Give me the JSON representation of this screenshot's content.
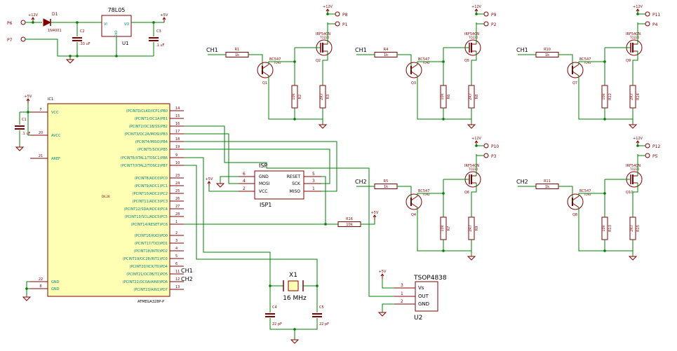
{
  "colors": {
    "wire": "#008000",
    "part": "#800000",
    "net": "#000000",
    "pin": "#008080",
    "ic_fill": "#ffffb4",
    "bg": "#ffffff"
  },
  "power": {
    "ref": "D1",
    "part": "1N4001",
    "reg_name": "78L05",
    "reg_ref": "U1",
    "vi": "VI",
    "vo": "VO",
    "gnd": "GND",
    "p6": "P6",
    "p7": "P7",
    "c2_ref": "C2",
    "c2_val": ".33 uF",
    "c3_ref": "C3",
    "c3_val": ".1 uF",
    "v12": "+12V",
    "v5": "+5V"
  },
  "ic": {
    "ref": "IC1",
    "part": "ATMEGA328P-P",
    "sub": "DIL28",
    "c1_ref": "C1",
    "c1_val": ".1 uF",
    "v5": "+5V",
    "left_pins": [
      {
        "num": "7",
        "name": "VCC"
      },
      {
        "num": "20",
        "name": "AVCC"
      },
      {
        "num": "21",
        "name": "AREF"
      },
      {
        "num": "22",
        "name": "GND"
      },
      {
        "num": "8",
        "name": "GND"
      }
    ],
    "right_pins": [
      {
        "num": "14",
        "name": "(PCINT0/CLKO/ICP1)PB0"
      },
      {
        "num": "15",
        "name": "(PCINT1/OC1A)PB1"
      },
      {
        "num": "16",
        "name": "(PCINT2/OC1B/SS)PB2"
      },
      {
        "num": "17",
        "name": "(PCINT3/OC2A/MOSI)PB3"
      },
      {
        "num": "18",
        "name": "(PCINT4/MISO)PB4"
      },
      {
        "num": "19",
        "name": "(PCINT5/SCK)PB5"
      },
      {
        "num": "9",
        "name": "(PCINT6/XTAL1/TOSC1)PB6"
      },
      {
        "num": "10",
        "name": "(PCINT7/XTAL2/TOSC2)PB7"
      },
      {
        "num": "23",
        "name": "(PCINT8/ADC0)PC0"
      },
      {
        "num": "24",
        "name": "(PCINT9/ADC1)PC1"
      },
      {
        "num": "25",
        "name": "(PCINT10/ADC2)PC2"
      },
      {
        "num": "26",
        "name": "(PCINT11/ADC3)PC3"
      },
      {
        "num": "27",
        "name": "(PCINT12/SDA/ADC4)PC4"
      },
      {
        "num": "28",
        "name": "(PCINT13/SCL/ADC5)PC5"
      },
      {
        "num": "1",
        "name": "(PCINT14/RESET)PC6"
      },
      {
        "num": "2",
        "name": "(PCINT16/RXD)PD0"
      },
      {
        "num": "3",
        "name": "(PCINT17/TXD)PD1"
      },
      {
        "num": "4",
        "name": "(PCINT18/INT0)PD2"
      },
      {
        "num": "5",
        "name": "(PCINT19/OC2B/INT1)PD3"
      },
      {
        "num": "6",
        "name": "(PCINT20/XCK/T0)PD4"
      },
      {
        "num": "11",
        "name": "(PCINT21/OC0B/T1)PD5"
      },
      {
        "num": "12",
        "name": "(PCINT22/OC0A/AIN0)PD6"
      },
      {
        "num": "13",
        "name": "(PCINT23/AIN1)PD7"
      }
    ],
    "ch1": "CH1",
    "ch2": "CH2"
  },
  "isp": {
    "title": "ISP",
    "ref": "ISP1",
    "left": [
      {
        "num": "6",
        "name": "GND"
      },
      {
        "num": "4",
        "name": "MOSI"
      },
      {
        "num": "2",
        "name": "VCC"
      }
    ],
    "right": [
      {
        "num": "5",
        "name": "RESET"
      },
      {
        "num": "3",
        "name": "SCK"
      },
      {
        "num": "1",
        "name": "MISO"
      }
    ],
    "v5": "+5V"
  },
  "reset": {
    "ref": "R16",
    "val": "10k",
    "v5": "+5V"
  },
  "crystal": {
    "ref": "X1",
    "freq": "16 MHz",
    "c4_ref": "C4",
    "c4_val": "22 pF",
    "c5_ref": "C5",
    "c5_val": "22 pF"
  },
  "ir": {
    "title": "TSOP4838",
    "ref": "U2",
    "pins": [
      {
        "num": "3",
        "name": "Vs"
      },
      {
        "num": "1",
        "name": "OUT"
      },
      {
        "num": "2",
        "name": "GND"
      }
    ],
    "v5": "+5V"
  },
  "channels": [
    {
      "ch": "CH1",
      "rin": "R1",
      "rin_val": "1k",
      "bjt": "Q1",
      "bjt_part": "BC547",
      "bjt_pkg": "TO92",
      "fet": "Q2",
      "fet_part": "IRF540N",
      "fet_pkg": "TO220",
      "ra": "R2",
      "ra_val": "10k",
      "rb": "R3",
      "rb_val": "2R7",
      "pv": "P8",
      "pd": "P1",
      "v12": "+12V"
    },
    {
      "ch": "CH1",
      "rin": "R4",
      "rin_val": "1k",
      "bjt": "Q3",
      "bjt_part": "BC547",
      "bjt_pkg": "TO92",
      "fet": "Q5",
      "fet_part": "IRF540N",
      "fet_pkg": "TO220",
      "ra": "R6",
      "ra_val": "10k",
      "rb": "R8",
      "rb_val": "2R7",
      "pv": "P9",
      "pd": "P2",
      "v12": "+12V"
    },
    {
      "ch": "CH1",
      "rin": "R10",
      "rin_val": "1k",
      "bjt": "Q7",
      "bjt_part": "BC547",
      "bjt_pkg": "TO92",
      "fet": "Q9",
      "fet_part": "IRF540N",
      "fet_pkg": "TO220",
      "ra": "R12",
      "ra_val": "10k",
      "rb": "R14",
      "rb_val": "2R7",
      "pv": "P11",
      "pd": "P4",
      "v12": "+12V"
    },
    {
      "ch": "CH2",
      "rin": "R5",
      "rin_val": "1k",
      "bjt": "Q4",
      "bjt_part": "BC547",
      "bjt_pkg": "TO92",
      "fet": "Q6",
      "fet_part": "IRF540N",
      "fet_pkg": "TO220",
      "ra": "R7",
      "ra_val": "10k",
      "rb": "R9",
      "rb_val": "2R7",
      "pv": "P10",
      "pd": "P3",
      "v12": "+12V"
    },
    {
      "ch": "CH2",
      "rin": "R11",
      "rin_val": "1k",
      "bjt": "Q8",
      "bjt_part": "BC547",
      "bjt_pkg": "TO92",
      "fet": "Q10",
      "fet_part": "IRF540N",
      "fet_pkg": "TO220",
      "ra": "R13",
      "ra_val": "10k",
      "rb": "R15",
      "rb_val": "2R7",
      "pv": "P12",
      "pd": "P5",
      "v12": "+12V"
    }
  ]
}
